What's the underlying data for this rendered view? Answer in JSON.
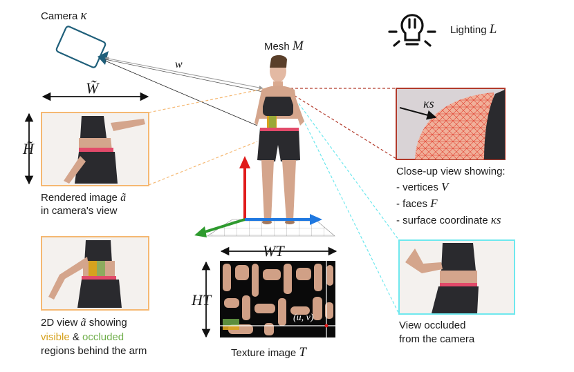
{
  "labels": {
    "camera": "Camera",
    "camera_sym": "κ",
    "lighting": "Lighting",
    "lighting_sym": "L",
    "mesh": "Mesh",
    "mesh_sym": "M",
    "w": "w",
    "W_tilde": "W̃",
    "H_tilde": "H̃",
    "rendered_line1": "Rendered image",
    "rendered_sym": "ã",
    "rendered_line2": "in camera's view",
    "closeup_title": "Close-up view showing:",
    "vertices": "- vertices",
    "vertices_sym": "V",
    "faces": "- faces",
    "faces_sym": "F",
    "surface": "- surface coordinate",
    "surface_sym": "κs",
    "kappa_s": "κs",
    "view2d_1": "2D view",
    "view2d_sym": "ã",
    "view2d_showing": "showing",
    "visible": "visible",
    "amp": "&",
    "occluded": "occluded",
    "view2d_3": "regions behind the arm",
    "W_T": "WT",
    "H_T": "HT",
    "uv": "(u, v)",
    "texture": "Texture image",
    "texture_sym": "T",
    "occluded_view1": "View occluded",
    "occluded_view2": "from the camera"
  },
  "colors": {
    "orange": "#f5b872",
    "cyan": "#6ee8ee",
    "darkred": "#b23a2b",
    "camera": "#1f5f7a",
    "axis_red": "#e01b1b",
    "axis_blue": "#1f78e0",
    "axis_green": "#2e9a2e",
    "visible": "#d6a21e",
    "occluded": "#6fae4a"
  }
}
